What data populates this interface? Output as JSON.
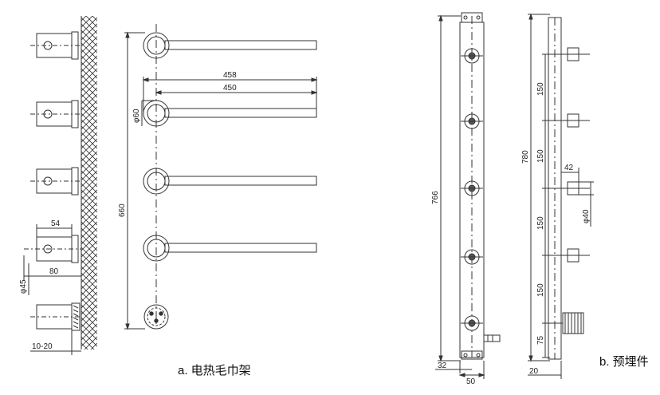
{
  "captions": {
    "a": "a. 电热毛巾架",
    "b": "b. 预埋件"
  },
  "dims_a": {
    "len_outer": "458",
    "len_inner": "450",
    "ring_dia": "φ60",
    "total_height": "660",
    "flange_depth": "54",
    "side_width": "80",
    "flange_dia": "φ45",
    "wall_gap": "10-20"
  },
  "dims_b": {
    "front_height": "766",
    "side_height": "780",
    "spacing_1": "150",
    "spacing_2": "150",
    "spacing_3": "150",
    "spacing_4": "150",
    "bottom_offset": "75",
    "stud_len": "42",
    "stud_dia": "φ40",
    "bar_offset": "32",
    "bar_width": "50",
    "side_offset": "20"
  }
}
